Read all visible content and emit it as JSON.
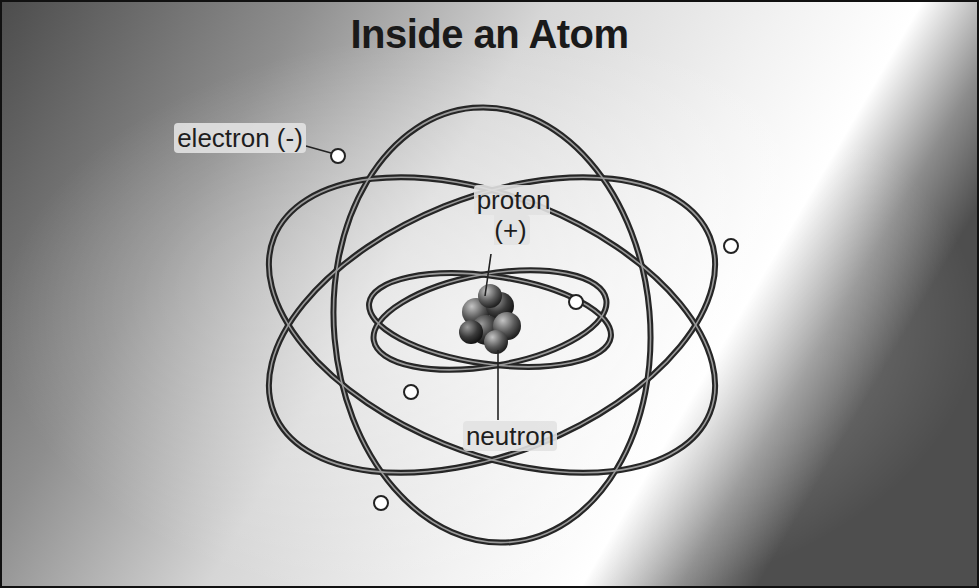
{
  "diagram": {
    "title": "Inside an Atom",
    "labels": [
      "electron (-)",
      "proton (+)",
      "neutron"
    ]
  }
}
